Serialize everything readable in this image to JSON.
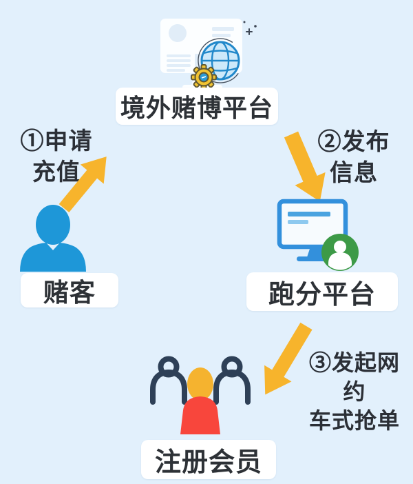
{
  "background": "#e2f0fc",
  "nodes": {
    "overseas_platform": {
      "label": "境外赌博平台",
      "icon": "monitor-globe-gear-icon"
    },
    "gambler": {
      "label": "赌客",
      "icon": "blue-person-icon"
    },
    "paofen_platform": {
      "label": "跑分平台",
      "icon": "monitor-user-badge-icon"
    },
    "registered_members": {
      "label": "注册会员",
      "icon": "people-group-icon"
    }
  },
  "steps": [
    {
      "id": "1",
      "line1": "①申请",
      "line2": "充值"
    },
    {
      "id": "2",
      "line1": "②发布",
      "line2": "信息"
    },
    {
      "id": "3",
      "line1": "③发起网约",
      "line2": "车式抢单"
    }
  ],
  "icons": {
    "arrow": "yellow-flow-arrow",
    "globe": "globe-icon",
    "gear": "gear-icon",
    "sparkles": "sparkle-icon",
    "monitor_white": "white-monitor-icon",
    "monitor_blue": "blue-monitor-outline-icon",
    "green_badge": "green-user-badge-icon"
  },
  "colors": {
    "background": "#e2f0fc",
    "arrow": "#f7b42c",
    "person_blue": "#1e97d8",
    "monitor_blue": "#3390dc",
    "green_badge": "#3d9a47",
    "member_red": "#f8463c",
    "member_yellow": "#f5b32f",
    "outline_navy": "#2e4057",
    "globe_stroke": "#2188ca",
    "gear_yellow": "#f1c433",
    "text": "#2d3136",
    "pill_bg": "#ffffff"
  }
}
